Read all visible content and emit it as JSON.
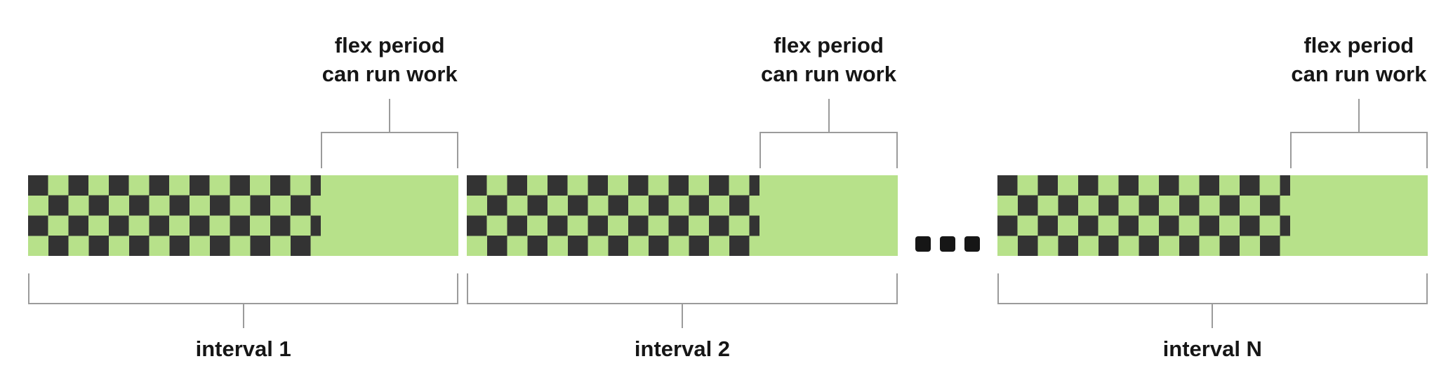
{
  "figure": {
    "intervals": [
      {
        "flex_label": {
          "line1": "flex period",
          "line2": "can run work"
        },
        "label": "interval 1"
      },
      {
        "flex_label": {
          "line1": "flex period",
          "line2": "can run work"
        },
        "label": "interval 2"
      },
      {
        "flex_label": {
          "line1": "flex period",
          "line2": "can run work"
        },
        "label": "interval N"
      }
    ],
    "ellipsis": "...",
    "colors": {
      "green": "#b7e18a",
      "dark": "#333333",
      "bracket": "#9b9b9b",
      "text": "#161616"
    }
  }
}
